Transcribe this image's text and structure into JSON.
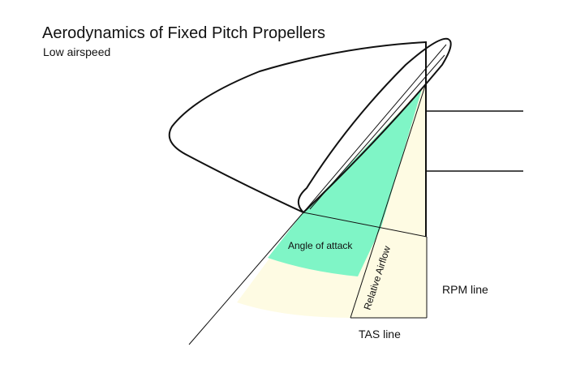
{
  "title": "Aerodynamics of Fixed Pitch Propellers",
  "subtitle": "Low airspeed",
  "labels": {
    "angle_of_attack": "Angle of attack",
    "relative_airflow": "Relative Airflow",
    "rpm_line": "RPM line",
    "tas_line": "TAS line"
  },
  "colors": {
    "angle_of_attack_fill": "#7ff5c6",
    "light_band_fill": "#fefbe3",
    "outline": "#111111"
  }
}
